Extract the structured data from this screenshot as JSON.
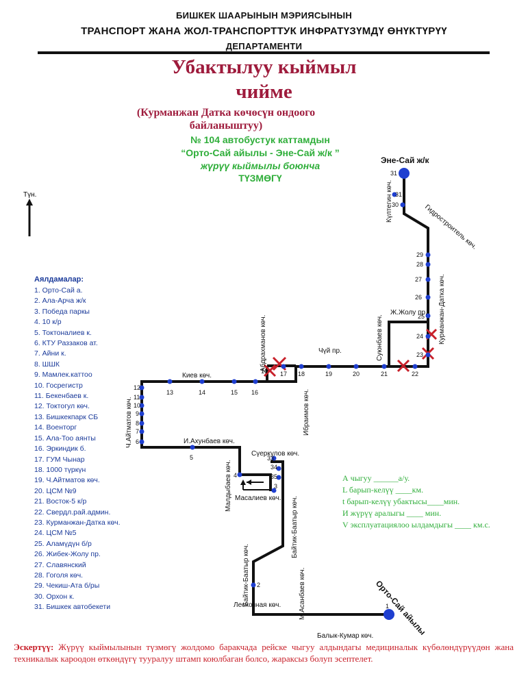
{
  "header": {
    "line1": "БИШКЕК ШААРЫНЫН МЭРИЯСЫНЫН",
    "line2": "ТРАНСПОРТ ЖАНА ЖОЛ-ТРАНСПОРТТУК ИНФРАТҮЗҮМДҮ ӨНҮКТҮРҮҮ",
    "line3": "ДЕПАРТАМЕНТИ"
  },
  "title": {
    "line1": "Убактылуу кыймыл",
    "line2": "чийме",
    "subtitle1": "(Курманжан Датка көчөсүн ондоого",
    "subtitle2": "байланыштуу)"
  },
  "route": {
    "line1": "№ 104  автобустук каттамдын",
    "line2": "“Орто-Сай айылы - Эне-Сай ж/к ”",
    "line3": "жүрүү кыймылы боюнча",
    "line4": "ТҮЗМӨГҮ"
  },
  "north_label": "Түн.",
  "stops_title": "Аялдамалар:",
  "stops": [
    "1. Орто-Сай а.",
    "2. Ала-Арча ж/к",
    "3. Победа паркы",
    "4. 10 к/р",
    "5. Токтоналиев к.",
    "6. КТУ Раззаков ат.",
    "7. Айни к.",
    "8. ШШК",
    "9. Мамлек.каттоо",
    "10. Госрегистр",
    "11. Бекенбаев к.",
    "12. Токтогул көч.",
    "13. Бишкекпарк СБ",
    "14. Военторг",
    "15. Ала-Тоо аянты",
    "16. Эркиндик б.",
    "17. ГУМ Чынар",
    "18. 1000 түркүн",
    "19. Ч.Айтматов көч.",
    "20. ЦСМ №9",
    "21. Восток-5 к/р",
    "22. Свердл.рай.админ.",
    "23. Курманжан-Датка көч.",
    "24. ЦСМ №5",
    "25. Аламүдүн б/р",
    "26. Жибек-Жолу пр.",
    "27. Славянский",
    "28. Гоголя көч.",
    "29. Чекиш-Ата б/ры",
    "30. Орхон к.",
    "31. Бишкек автобекети"
  ],
  "map": {
    "endpoints": {
      "start": "Орто-Сай айылы",
      "end": "Эне-Сай ж/к"
    },
    "streets": {
      "kultegin": "Күлтегин көч.",
      "gidro": "Гидростроитель көч.",
      "kurmanzhan": "Курманжан-Датка көч.",
      "zhibek": "Ж.Жолу пр.",
      "suyunbaev": "Суюнбаев көч.",
      "chuy": "Чүй пр.",
      "abdrahmanov": "Абдрахманов көч.",
      "kiev": "Киев көч.",
      "ibraimov": "Ибраимов көч.",
      "aitmatov": "Ч.Айтматов көч.",
      "akhunbaev": "И.Ахунбаев көч.",
      "suerkulov": "Сүеркулов көч.",
      "maldybaev": "Малдыбаев көч.",
      "masaliev": "Масалиев көч.",
      "baitik1": "Байтик-Баатыр көч.",
      "baitik2": "Байтик-Баатыр көч.",
      "leshoz": "Лесхозная көч.",
      "asanbaev": "М.Асанбаев көч.",
      "balyk": "Балык-Кумар көч."
    }
  },
  "params": {
    "line1": "А чыгуу  ______а/у.",
    "line2": "L барып-келүү ____км.",
    "line3": "t барып-келүү убактысы____мин.",
    "line4": "И жүрүү аралыгы ____     мин.",
    "line5": "V эксплуатациялоо ылдамдыгы ____ км.с."
  },
  "note": {
    "label": "Эскертүү:",
    "text": " Жүрүү кыймылынын түзмөгү жолдомо баракчада рейске чыгуу алдындагы медициналык күбөлөндүрүүдөн жана техникалык кароодон өткөндүгү тууралуу штамп коюлбаган болсо, жараксыз болуп эсептелет."
  },
  "colors": {
    "title_red": "#9e1b3c",
    "route_green": "#2fae3a",
    "stop_blue": "#1f3fd0",
    "legend_blue": "#1a3a9a",
    "closure_red": "#c8202a",
    "route_line": "#111111"
  }
}
